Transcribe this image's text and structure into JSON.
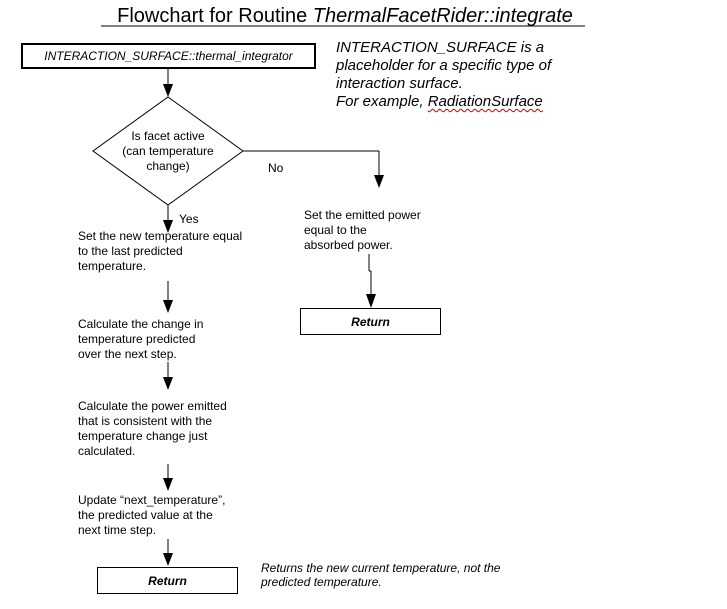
{
  "title": {
    "prefix": "Flowchart for Routine ",
    "routine": "ThermalFacetRider::integrate"
  },
  "start_box": {
    "label": "INTERACTION_SURFACE::thermal_integrator"
  },
  "note": {
    "line1": "INTERACTION_SURFACE is a",
    "line2": "placeholder for a specific type of",
    "line3": "interaction surface.",
    "line4_prefix": "For example, ",
    "line4_example": "RadiationSurface"
  },
  "decision": {
    "line1": "Is facet active",
    "line2": "(can temperature",
    "line3": "change)"
  },
  "branches": {
    "no": "No",
    "yes": "Yes"
  },
  "steps": {
    "set_temp": "Set the new temperature equal\nto the last predicted\ntemperature.",
    "calc_change": "Calculate the change in\ntemperature predicted\nover the next step.",
    "calc_power": "Calculate the power emitted\nthat is consistent with the\ntemperature change just\ncalculated.",
    "update_next": "Update “next_temperature”,\nthe predicted value at the\nnext time step.",
    "set_emitted": "Set the emitted power\n equal to the\nabsorbed power."
  },
  "returns": {
    "right": "Return",
    "bottom": "Return"
  },
  "return_note": {
    "line1": "Returns the new current temperature, not the",
    "line2": "predicted temperature."
  }
}
